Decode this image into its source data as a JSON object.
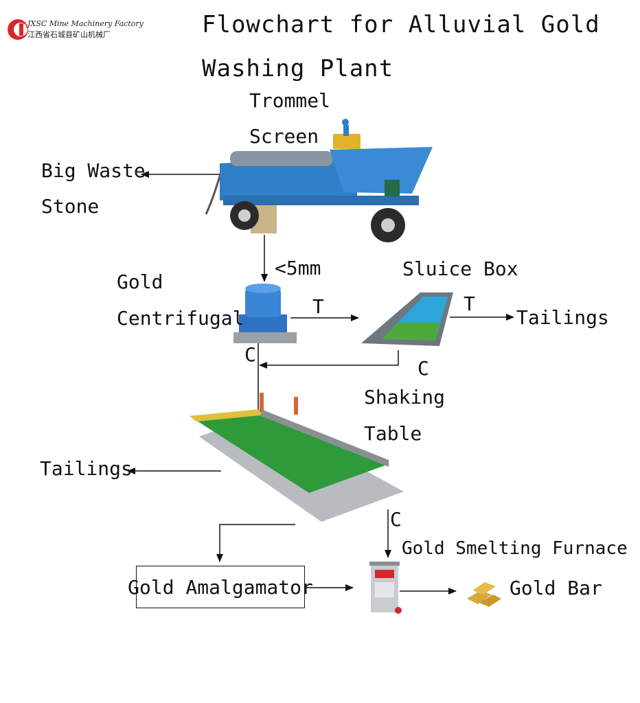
{
  "logo": {
    "company": "JXSC Mine Machinery Factory",
    "company_cn": "江西省石城县矿山机械厂"
  },
  "title": {
    "line1": "Flowchart for Alluvial Gold",
    "line2": "Washing Plant"
  },
  "nodes": {
    "trommel_line1": "Trommel",
    "trommel_line2": "Screen",
    "big_waste_line1": "Big Waste",
    "big_waste_line2": "Stone",
    "size_label": "<5mm",
    "centrifugal_line1": "Gold",
    "centrifugal_line2": "Centrifugal",
    "sluice_box": "Sluice Box",
    "tailings_right": "Tailings",
    "shaking_line1": "Shaking",
    "shaking_line2": "Table",
    "tailings_left": "Tailings",
    "smelting_furnace": "Gold Smelting Furnace",
    "amalgamator": "Gold Amalgamator",
    "gold_bar": "Gold Bar"
  },
  "flow_markers": {
    "centrifugal_to_sluice": "T",
    "sluice_to_tailings": "T",
    "centrifugal_concentrate": "C",
    "sluice_concentrate": "C",
    "table_concentrate": "C"
  },
  "colors": {
    "trommel_blue": "#2f7fc8",
    "table_green": "#2e9a3a",
    "furnace_grey": "#c9ccd0",
    "gold": "#d8a93a",
    "logo_red": "#d8262d"
  }
}
